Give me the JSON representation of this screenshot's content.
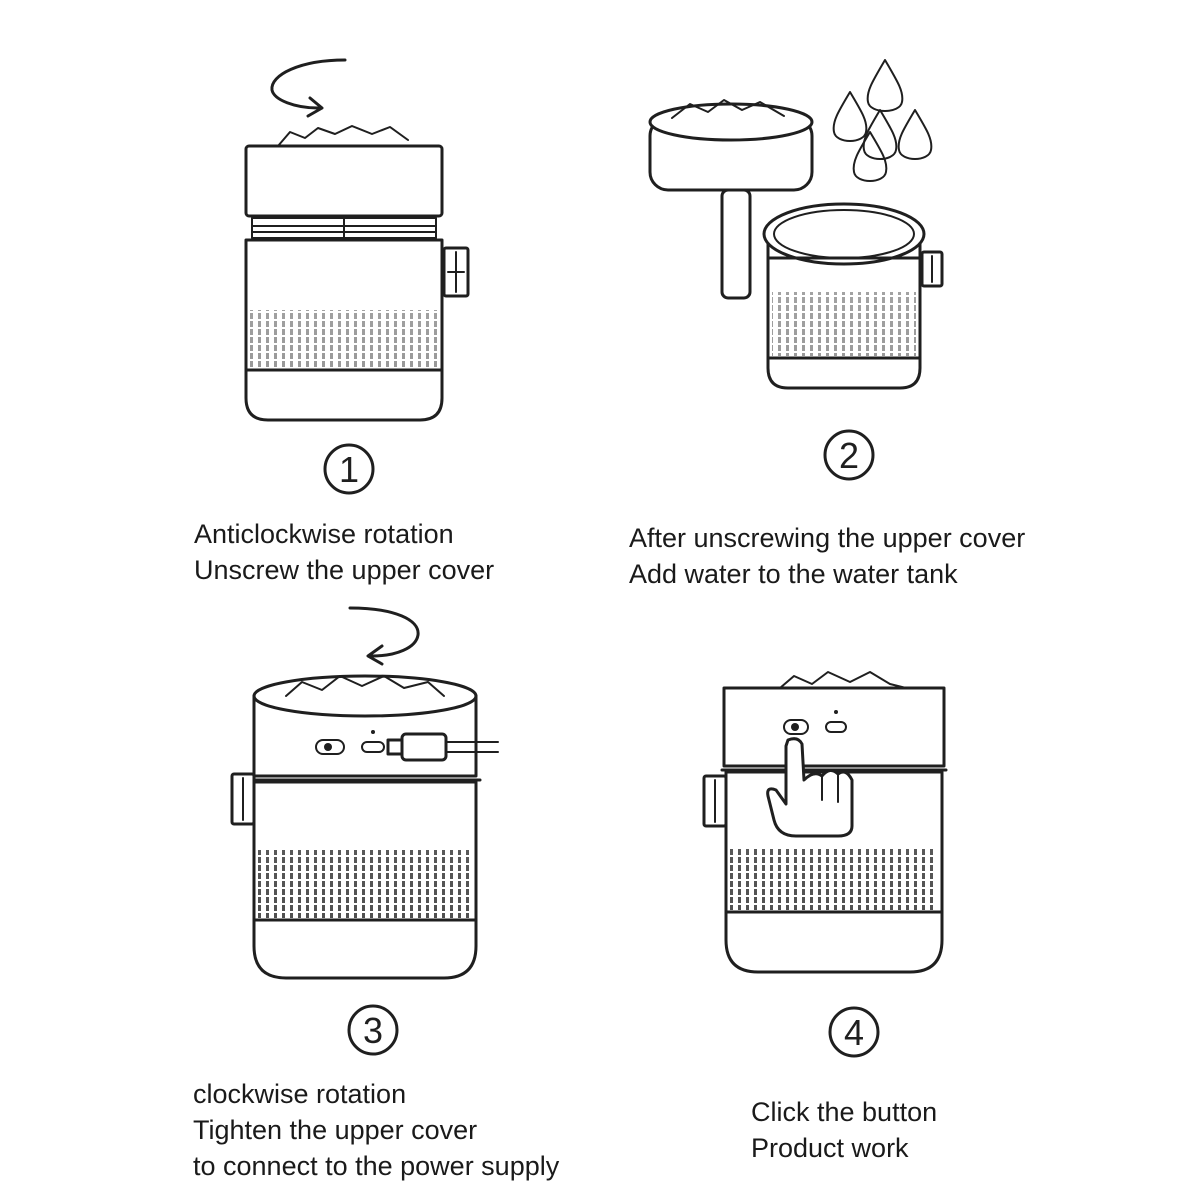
{
  "steps": [
    {
      "number": "1",
      "lines": [
        "Anticlockwise rotation",
        "Unscrew the upper cover"
      ]
    },
    {
      "number": "2",
      "lines": [
        "After unscrewing the upper cover",
        "Add water to the water tank"
      ]
    },
    {
      "number": "3",
      "lines": [
        "clockwise rotation",
        "Tighten the upper cover",
        "to connect to the power supply"
      ]
    },
    {
      "number": "4",
      "lines": [
        "Click the button",
        "Product work"
      ]
    }
  ],
  "colors": {
    "line": "#1f1f1f",
    "background": "#ffffff"
  },
  "icons": [
    "rotation-arrow-icon",
    "water-drop-icon",
    "power-cable-icon",
    "pointing-hand-icon"
  ]
}
